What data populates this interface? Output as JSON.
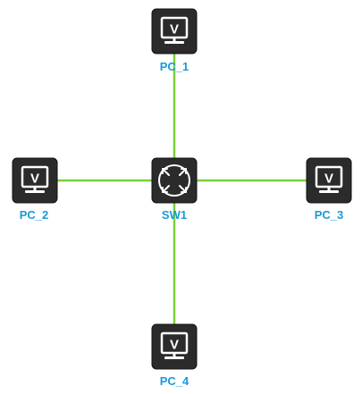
{
  "colors": {
    "link": "#7ad03a",
    "label": "#1a9ad6",
    "device_fill": "#2b2b2b",
    "device_edge": "#111111",
    "glyph": "#ffffff"
  },
  "nodes": {
    "sw1": {
      "label": "SW1",
      "type": "switch",
      "icon": "switch-icon"
    },
    "pc1": {
      "label": "PC_1",
      "type": "pc",
      "icon": "pc-icon",
      "glyph_letter": "V"
    },
    "pc2": {
      "label": "PC_2",
      "type": "pc",
      "icon": "pc-icon",
      "glyph_letter": "V"
    },
    "pc3": {
      "label": "PC_3",
      "type": "pc",
      "icon": "pc-icon",
      "glyph_letter": "V"
    },
    "pc4": {
      "label": "PC_4",
      "type": "pc",
      "icon": "pc-icon",
      "glyph_letter": "V"
    }
  },
  "links": [
    {
      "from": "sw1",
      "to": "pc1"
    },
    {
      "from": "sw1",
      "to": "pc2"
    },
    {
      "from": "sw1",
      "to": "pc3"
    },
    {
      "from": "sw1",
      "to": "pc4"
    }
  ]
}
